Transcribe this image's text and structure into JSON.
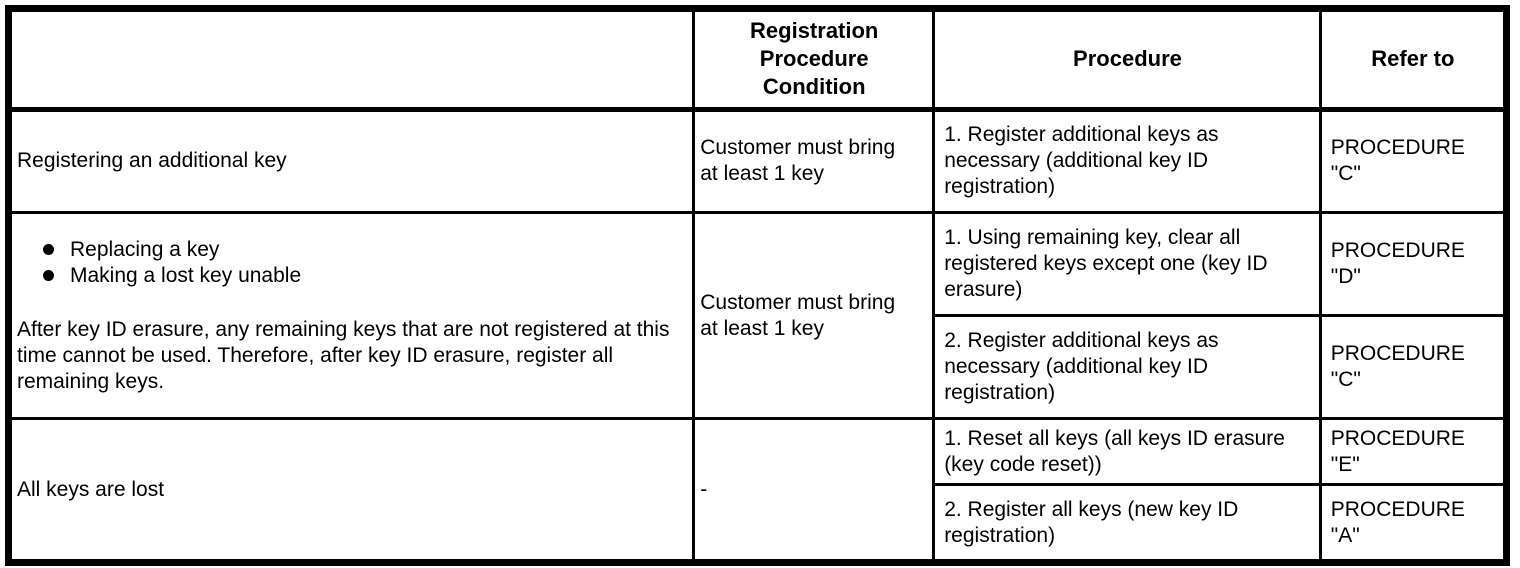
{
  "table": {
    "headers": {
      "situation": "",
      "condition": "Registration Procedure Condition",
      "procedure": "Procedure",
      "refer_to": "Refer to"
    },
    "rows": [
      {
        "situation": "Registering an additional key",
        "condition": "Customer must bring at least 1 key",
        "procedures": [
          {
            "text": "1. Register additional keys as necessary (additional key ID registration)",
            "refer_to": "PROCEDURE \"C\""
          }
        ]
      },
      {
        "situation_bullets": [
          "Replacing a key",
          "Making a lost key unable"
        ],
        "situation_note": "After key ID erasure, any remaining keys that are not registered at this time cannot be used. Therefore, after key ID erasure, register all remaining keys.",
        "condition": "Customer must bring at least 1 key",
        "procedures": [
          {
            "text": "1. Using remaining key, clear all registered keys except one (key ID erasure)",
            "refer_to": "PROCEDURE \"D\""
          },
          {
            "text": "2. Register additional keys as necessary (additional key ID registration)",
            "refer_to": "PROCEDURE \"C\""
          }
        ]
      },
      {
        "situation": "All keys are lost",
        "condition": "-",
        "procedures": [
          {
            "text": "1. Reset all keys (all keys ID erasure (key code reset))",
            "refer_to": "PROCEDURE \"E\""
          },
          {
            "text": "2. Register all keys (new key ID registration)",
            "refer_to": "PROCEDURE \"A\""
          }
        ]
      }
    ],
    "colors": {
      "border": "#000000",
      "background": "#ffffff",
      "text": "#000000"
    },
    "icons": {
      "bullet": "filled-circle"
    }
  }
}
